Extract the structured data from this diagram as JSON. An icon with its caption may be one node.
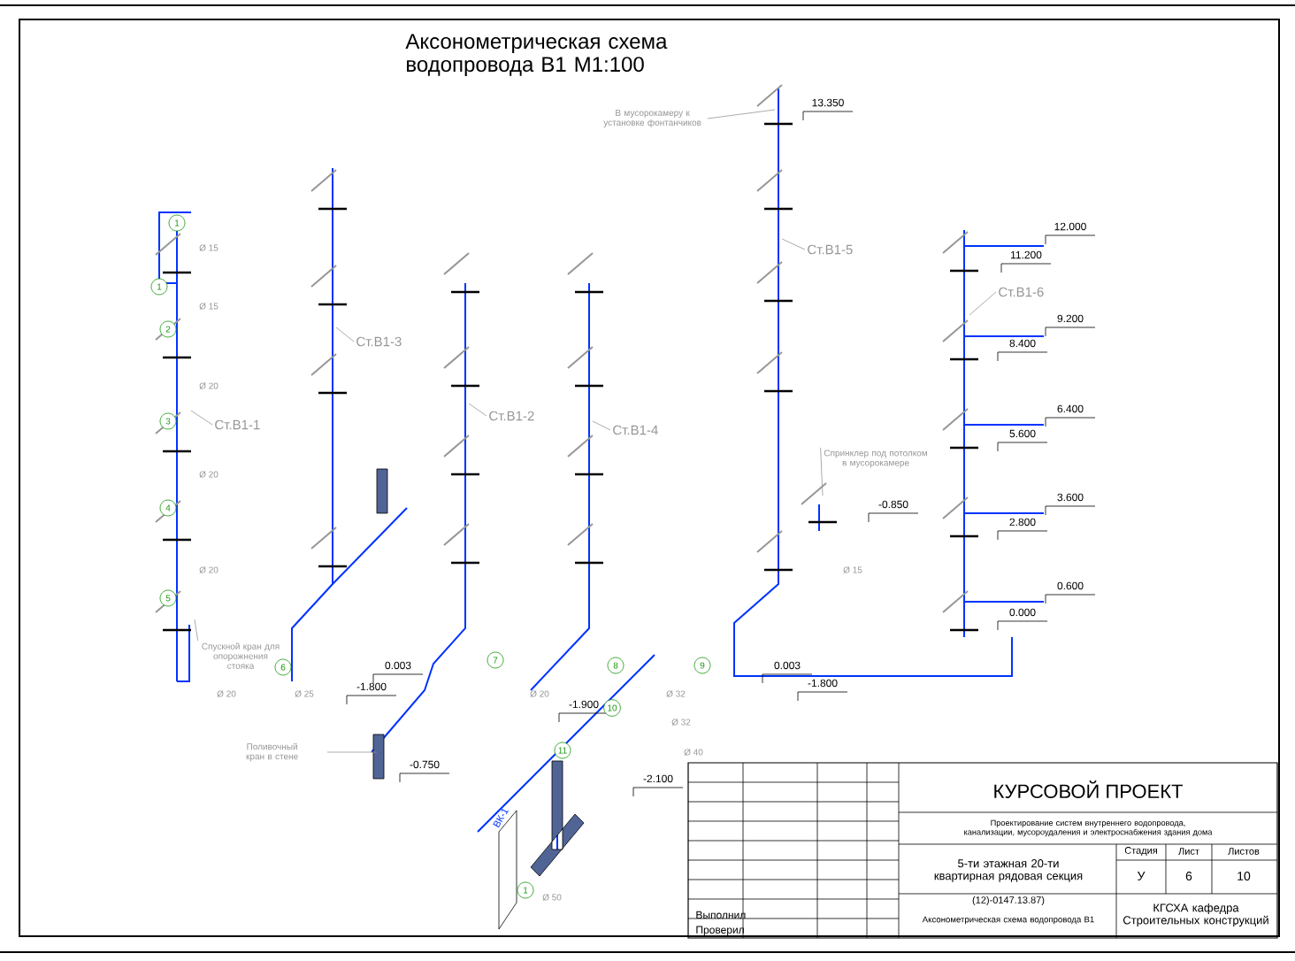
{
  "diagram": {
    "title": "Аксонометрическая схема водопровода В1 М1:100",
    "nodes": [
      {
        "text": [
          "Ст.В1-1"
        ]
      },
      {
        "text": [
          "Ст.В1-3"
        ]
      },
      {
        "text": [
          "Ст.В1-2"
        ]
      },
      {
        "text": [
          "Ст.В1-4"
        ]
      },
      {
        "text": [
          "Ст.В1-5"
        ]
      },
      {
        "text": [
          "Ст.В1-6"
        ]
      },
      {
        "text": [
          "Спускной кран для опорожнения стояка"
        ]
      },
      {
        "text": [
          "Поливочный кран в стене"
        ]
      },
      {
        "text": [
          "В мусорокамеру к установке фонтанчиков"
        ]
      },
      {
        "text": [
          "Спринклер под потолком в мусорокамере"
        ]
      }
    ],
    "edges": [
      {
        "from": 0,
        "to": null,
        "arrow": "none"
      },
      {
        "from": 1,
        "to": null,
        "arrow": "none"
      },
      {
        "from": 2,
        "to": null,
        "arrow": "none"
      },
      {
        "from": 3,
        "to": null,
        "arrow": "none"
      },
      {
        "from": 4,
        "to": null,
        "arrow": "none"
      },
      {
        "from": 5,
        "to": null,
        "arrow": "none"
      },
      {
        "from": 6,
        "to": null,
        "arrow": "none"
      },
      {
        "from": 7,
        "to": null,
        "arrow": "none"
      },
      {
        "from": 8,
        "to": null,
        "arrow": "none"
      },
      {
        "from": 9,
        "to": null,
        "arrow": "none"
      }
    ],
    "labels": [
      "13.350",
      "12.000",
      "11.200",
      "9.200",
      "8.400",
      "6.400",
      "5.600",
      "3.600",
      "2.800",
      "0.600",
      "0.000",
      "-0.850",
      "-1.800",
      "0.003",
      "0.003",
      "-1.800",
      "-0.750",
      "-2.100",
      "-1.900",
      "Ø 15",
      "Ø 15",
      "Ø 20",
      "Ø 20",
      "Ø 20",
      "Ø 20",
      "Ø 25",
      "Ø 20",
      "Ø 32",
      "Ø 32",
      "Ø 40",
      "Ø 50",
      "Ø 15",
      "1",
      "1",
      "2",
      "3",
      "4",
      "5",
      "6",
      "7",
      "8",
      "9",
      "10",
      "11",
      "1",
      "ВК-1",
      "КУРСОВОЙ ПРОЕКТ",
      "Проектирование систем внутреннего водопровода, канализации, мусороудаления и электроснабжения здания дома",
      "5-ти этажная 20-ти квартирная рядовая секция",
      "Стадия",
      "Лист",
      "Листов",
      "У",
      "6",
      "10",
      "(12)-0147.13.87)",
      "Аксонометрическая схема водопровода В1",
      "КГСХА кафедра Строительных конструкций",
      "Выполнил",
      "Проверил"
    ]
  }
}
